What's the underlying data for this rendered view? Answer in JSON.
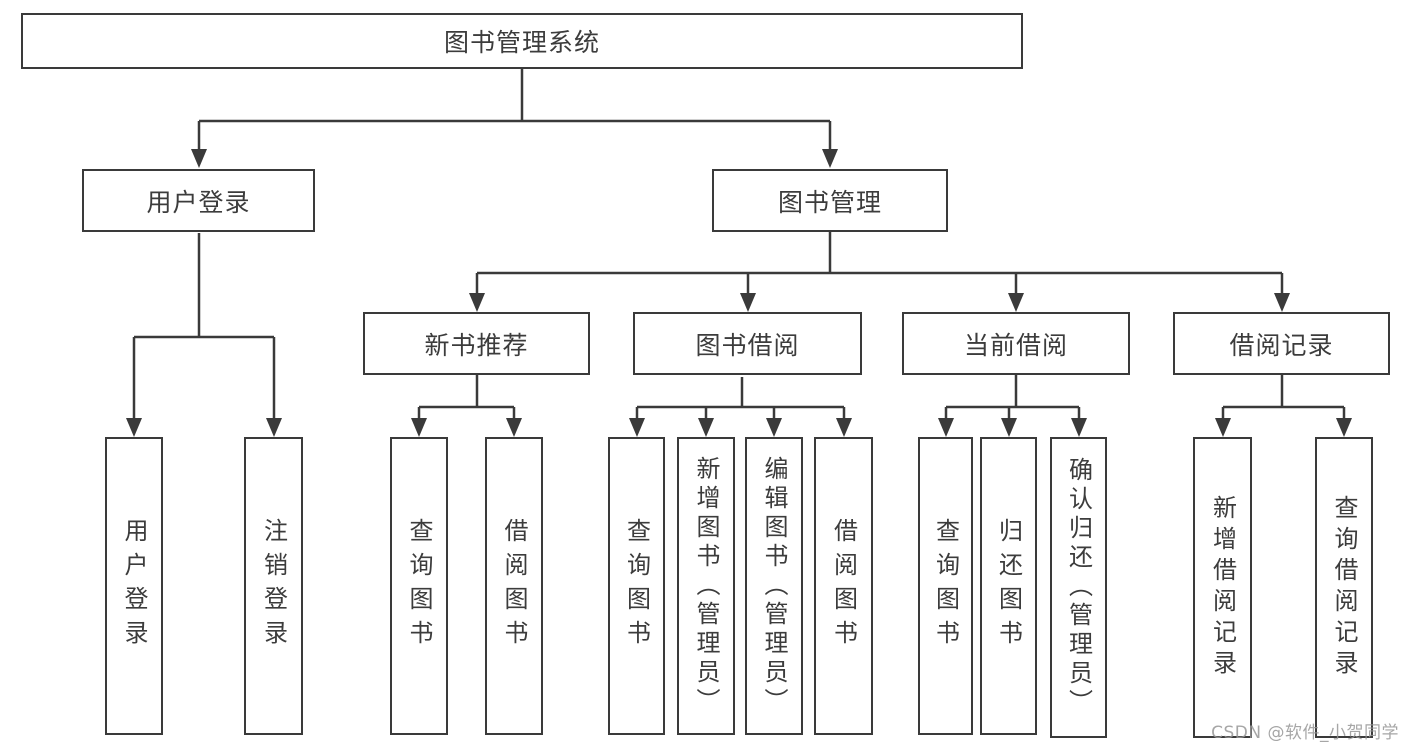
{
  "diagram_title": "图书管理系统",
  "tree": {
    "root": {
      "label": "图书管理系统"
    },
    "level2": [
      {
        "label": "用户登录"
      },
      {
        "label": "图书管理"
      }
    ],
    "level3": [
      {
        "label": "新书推荐",
        "parent": "图书管理"
      },
      {
        "label": "图书借阅",
        "parent": "图书管理"
      },
      {
        "label": "当前借阅",
        "parent": "图书管理"
      },
      {
        "label": "借阅记录",
        "parent": "图书管理"
      }
    ],
    "leaves": [
      {
        "label": "用户登录",
        "parent": "用户登录"
      },
      {
        "label": "注销登录",
        "parent": "用户登录"
      },
      {
        "label": "查询图书",
        "parent": "新书推荐"
      },
      {
        "label": "借阅图书",
        "parent": "新书推荐"
      },
      {
        "label": "查询图书",
        "parent": "图书借阅"
      },
      {
        "label": "新增图书（管理员）",
        "parent": "图书借阅"
      },
      {
        "label": "编辑图书（管理员）",
        "parent": "图书借阅"
      },
      {
        "label": "借阅图书",
        "parent": "图书借阅"
      },
      {
        "label": "查询图书",
        "parent": "当前借阅"
      },
      {
        "label": "归还图书",
        "parent": "当前借阅"
      },
      {
        "label": "确认归还（管理员）",
        "parent": "当前借阅"
      },
      {
        "label": "新增借阅记录",
        "parent": "借阅记录"
      },
      {
        "label": "查询借阅记录",
        "parent": "借阅记录"
      }
    ]
  },
  "watermark": "CSDN @软件_小贺同学",
  "colors": {
    "line": "#3a3a3a",
    "text": "#3c3c3c",
    "box_fill": "#ffffff",
    "background": "#ffffff",
    "watermark": "#969696"
  }
}
